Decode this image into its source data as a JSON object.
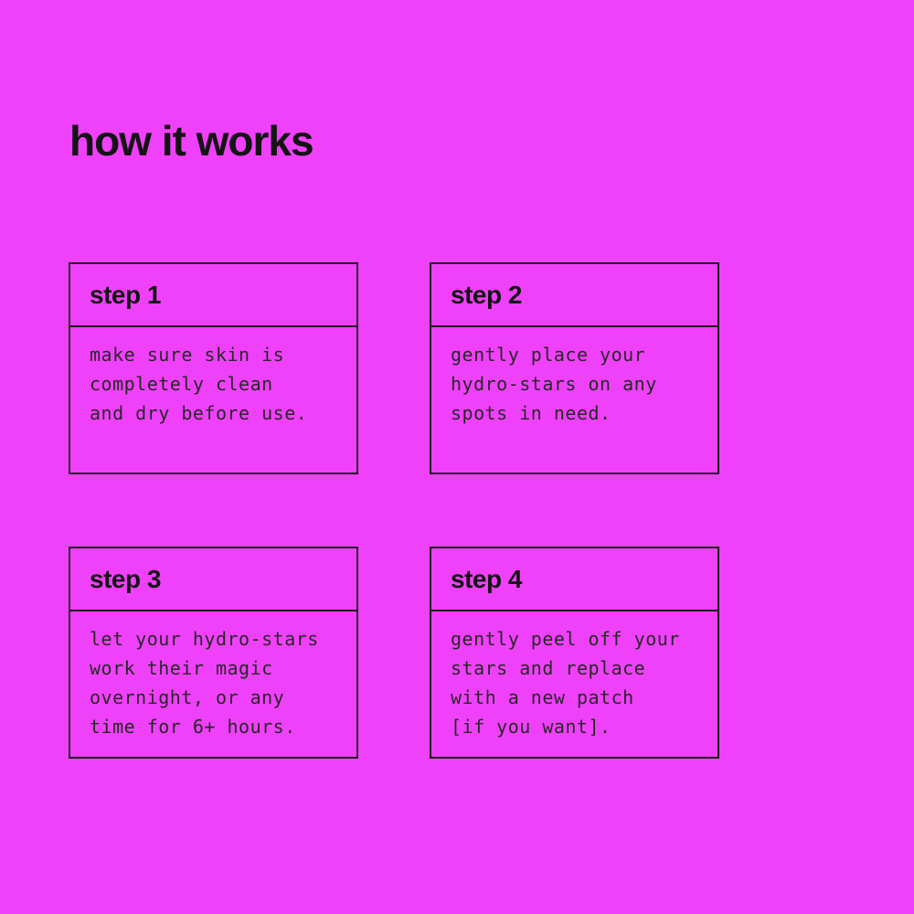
{
  "page": {
    "title": "how it works",
    "background_color": "#F041FA",
    "text_color": "#141414",
    "border_color": "#1c1c1c"
  },
  "steps": [
    {
      "label": "step 1",
      "description": "make sure skin is\ncompletely clean\nand dry before use."
    },
    {
      "label": "step 2",
      "description": "gently place your\nhydro-stars on any\nspots in need."
    },
    {
      "label": "step 3",
      "description": "let your hydro-stars\nwork their magic\novernight, or any\ntime for 6+ hours."
    },
    {
      "label": "step 4",
      "description": "gently peel off your\nstars and replace\nwith a new patch\n[if you want]."
    }
  ]
}
